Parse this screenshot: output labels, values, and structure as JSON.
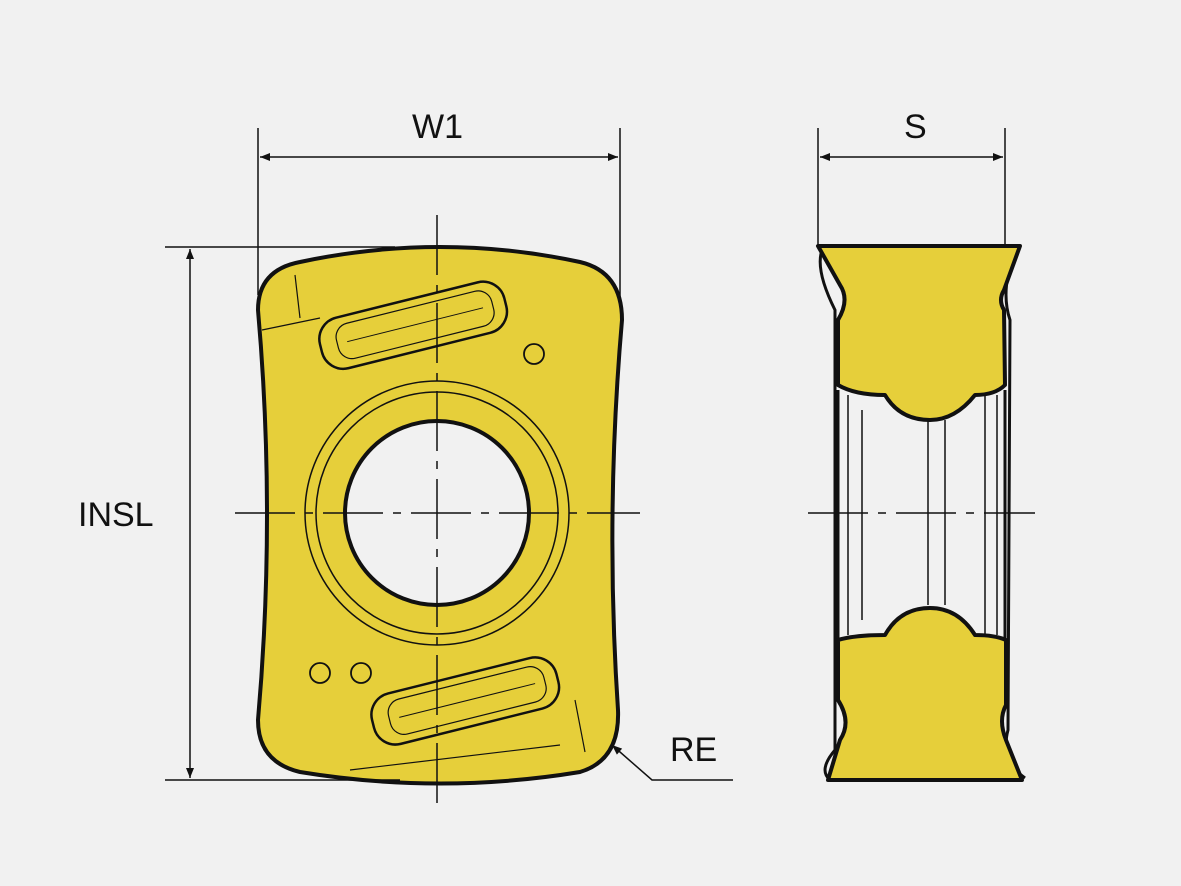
{
  "labels": {
    "width": "W1",
    "thickness": "S",
    "length": "INSL",
    "corner_radius": "RE"
  },
  "colors": {
    "insert_fill": "#e6cf3a",
    "outline": "#111111",
    "background": "#f1f1f1"
  }
}
